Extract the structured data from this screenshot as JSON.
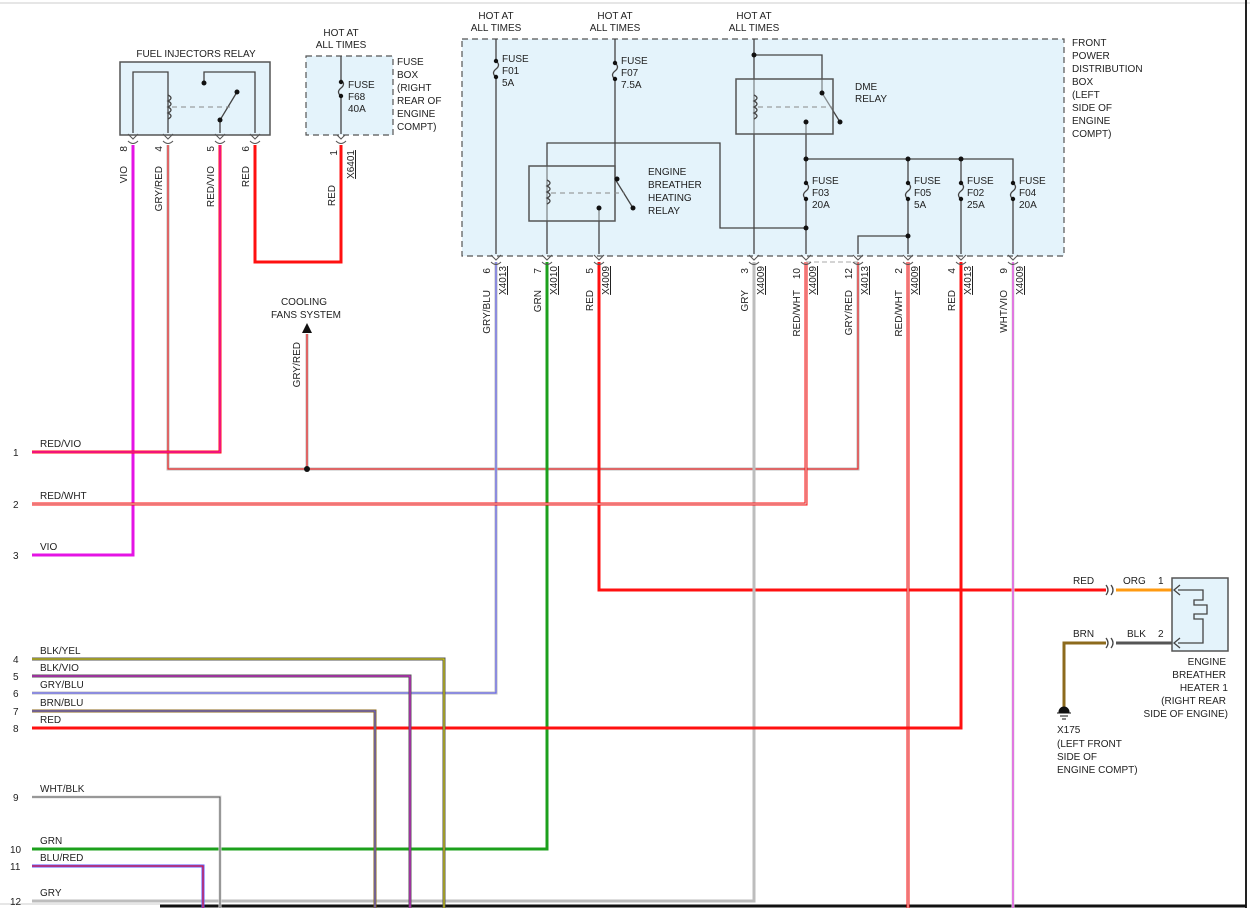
{
  "hot_at_all_times": [
    "HOT AT",
    "ALL TIMES"
  ],
  "fuel_injectors_relay": {
    "title": "FUEL INJECTORS RELAY",
    "pins": [
      {
        "pin": "8",
        "wire": "VIO"
      },
      {
        "pin": "4",
        "wire": "GRY/RED"
      },
      {
        "pin": "5",
        "wire": "RED/VIO"
      },
      {
        "pin": "6",
        "wire": "RED"
      }
    ]
  },
  "fuse_box": {
    "fuse": [
      "FUSE",
      "F68",
      "40A"
    ],
    "label": [
      "FUSE",
      "BOX",
      "(RIGHT",
      "REAR OF",
      "ENGINE",
      "COMPT)"
    ],
    "pin": {
      "pin": "1",
      "conn": "X6401",
      "wire": "RED"
    }
  },
  "pdb": {
    "label": [
      "FRONT",
      "POWER",
      "DISTRIBUTION",
      "BOX",
      "(LEFT",
      "SIDE OF",
      "ENGINE",
      "COMPT)"
    ],
    "fuses": [
      [
        "FUSE",
        "F01",
        "5A"
      ],
      [
        "FUSE",
        "F07",
        "7.5A"
      ],
      [
        "FUSE",
        "F03",
        "20A"
      ],
      [
        "FUSE",
        "F05",
        "5A"
      ],
      [
        "FUSE",
        "F02",
        "25A"
      ],
      [
        "FUSE",
        "F04",
        "20A"
      ]
    ],
    "dme_relay": [
      "DME",
      "RELAY"
    ],
    "ebh_relay": [
      "ENGINE",
      "BREATHER",
      "HEATING",
      "RELAY"
    ],
    "pins": [
      {
        "pin": "6",
        "conn": "X4013",
        "wire": "GRY/BLU"
      },
      {
        "pin": "7",
        "conn": "X4010",
        "wire": "GRN"
      },
      {
        "pin": "5",
        "conn": "X4009",
        "wire": "RED"
      },
      {
        "pin": "3",
        "conn": "X4009",
        "wire": "GRY"
      },
      {
        "pin": "10",
        "conn": "X4009",
        "wire": "RED/WHT"
      },
      {
        "pin": "12",
        "conn": "X4013",
        "wire": "GRY/RED"
      },
      {
        "pin": "2",
        "conn": "X4009",
        "wire": "RED/WHT"
      },
      {
        "pin": "4",
        "conn": "X4013",
        "wire": "RED"
      },
      {
        "pin": "9",
        "conn": "X4009",
        "wire": "WHT/VIO"
      }
    ]
  },
  "cooling_fans": {
    "label": [
      "COOLING",
      "FANS SYSTEM"
    ],
    "wire": "GRY/RED"
  },
  "harness": [
    {
      "pin": "1",
      "wire": "RED/VIO"
    },
    {
      "pin": "2",
      "wire": "RED/WHT"
    },
    {
      "pin": "3",
      "wire": "VIO"
    },
    {
      "pin": "4",
      "wire": "BLK/YEL"
    },
    {
      "pin": "5",
      "wire": "BLK/VIO"
    },
    {
      "pin": "6",
      "wire": "GRY/BLU"
    },
    {
      "pin": "7",
      "wire": "BRN/BLU"
    },
    {
      "pin": "8",
      "wire": "RED"
    },
    {
      "pin": "9",
      "wire": "WHT/BLK"
    },
    {
      "pin": "10",
      "wire": "GRN"
    },
    {
      "pin": "11",
      "wire": "BLU/RED"
    },
    {
      "pin": "12",
      "wire": "GRY"
    }
  ],
  "heater": {
    "label": [
      "ENGINE",
      "BREATHER",
      "HEATER 1",
      "(RIGHT REAR",
      "SIDE OF ENGINE)"
    ],
    "pins": [
      {
        "pin": "1",
        "wire_in": "RED",
        "wire_out": "ORG"
      },
      {
        "pin": "2",
        "wire_in": "BRN",
        "wire_out": "BLK"
      }
    ]
  },
  "ground": {
    "id": "X175",
    "label": [
      "(LEFT FRONT",
      "SIDE OF",
      "ENGINE COMPT)"
    ]
  },
  "wire_colors": {
    "VIO": "#e414e4",
    "RED": "#ff1010",
    "GRY": "#bdbdbd",
    "GRN": "#1ca01c",
    "BLU": "#5a5aff",
    "WHT": "#dcdcdc",
    "BLK": "#555555",
    "YEL": "#e6e000",
    "BRN": "#8c6a1c",
    "ORG": "#ff9a10"
  },
  "internal_wire_color": "#444444",
  "box_fill": "#e4f3fb"
}
